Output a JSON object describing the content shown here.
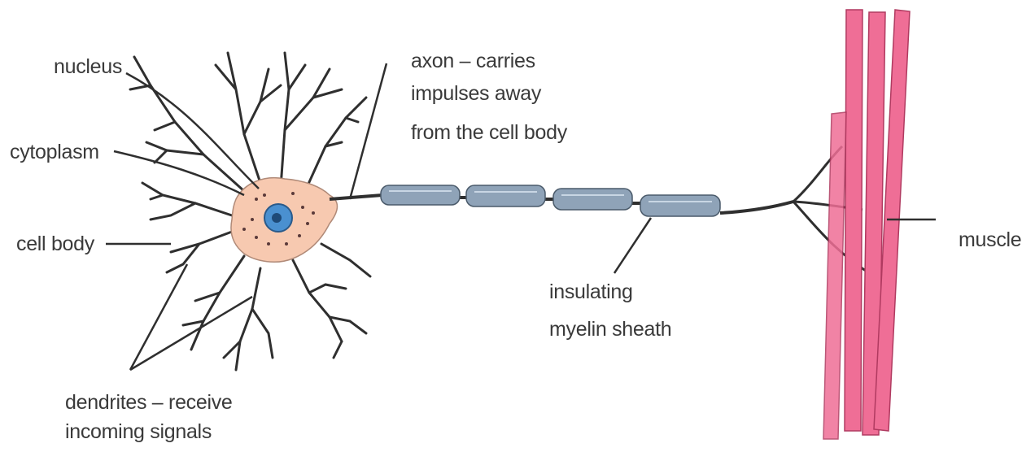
{
  "labels": {
    "nucleus": "nucleus",
    "cytoplasm": "cytoplasm",
    "cell_body": "cell body",
    "dendrites_line1": "dendrites – receive",
    "dendrites_line2": "incoming signals",
    "axon_line1": "axon – carries",
    "axon_line2": "impulses away",
    "axon_line3": "from the cell body",
    "myelin_line1": "insulating",
    "myelin_line2": "myelin sheath",
    "muscle": "muscle"
  },
  "colors": {
    "cell_body_fill": "#f7c9b0",
    "nucleus_fill": "#4a90d0",
    "myelin_fill": "#8fa3b8",
    "muscle_fill": "#ef6e96",
    "line": "#2f2f2f"
  }
}
